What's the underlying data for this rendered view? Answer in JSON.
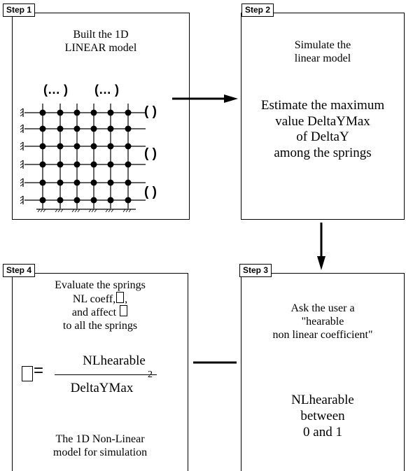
{
  "steps": [
    {
      "tag": "Step 1",
      "lines": [
        "Built the 1D",
        "LINEAR model"
      ]
    },
    {
      "tag": "Step 2",
      "lines": [
        "Simulate the",
        "linear model"
      ],
      "lines2": [
        "Estimate the maximum",
        "value DeltaYMax",
        "of  DeltaY",
        "among the springs"
      ]
    },
    {
      "tag": "Step 3",
      "lines": [
        "Ask the user a",
        "\"hearable",
        "non linear coefficient\""
      ],
      "lines2": [
        "NLhearable",
        "between",
        "0 and 1"
      ]
    },
    {
      "tag": "Step 4",
      "lines": [
        "Evaluate the springs",
        "NL coeff,",
        "and  affect",
        "to all the springs"
      ],
      "formula": {
        "num": "NLhearable",
        "den": "DeltaYMax",
        "exp": "2"
      },
      "footer": [
        "The 1D Non-Linear",
        "model for simulation"
      ]
    }
  ],
  "model_labels": {
    "paren_left": "(… )",
    "paren_right": "(… )",
    "brackets": [
      "(   )",
      "(   )",
      "(   )"
    ]
  }
}
